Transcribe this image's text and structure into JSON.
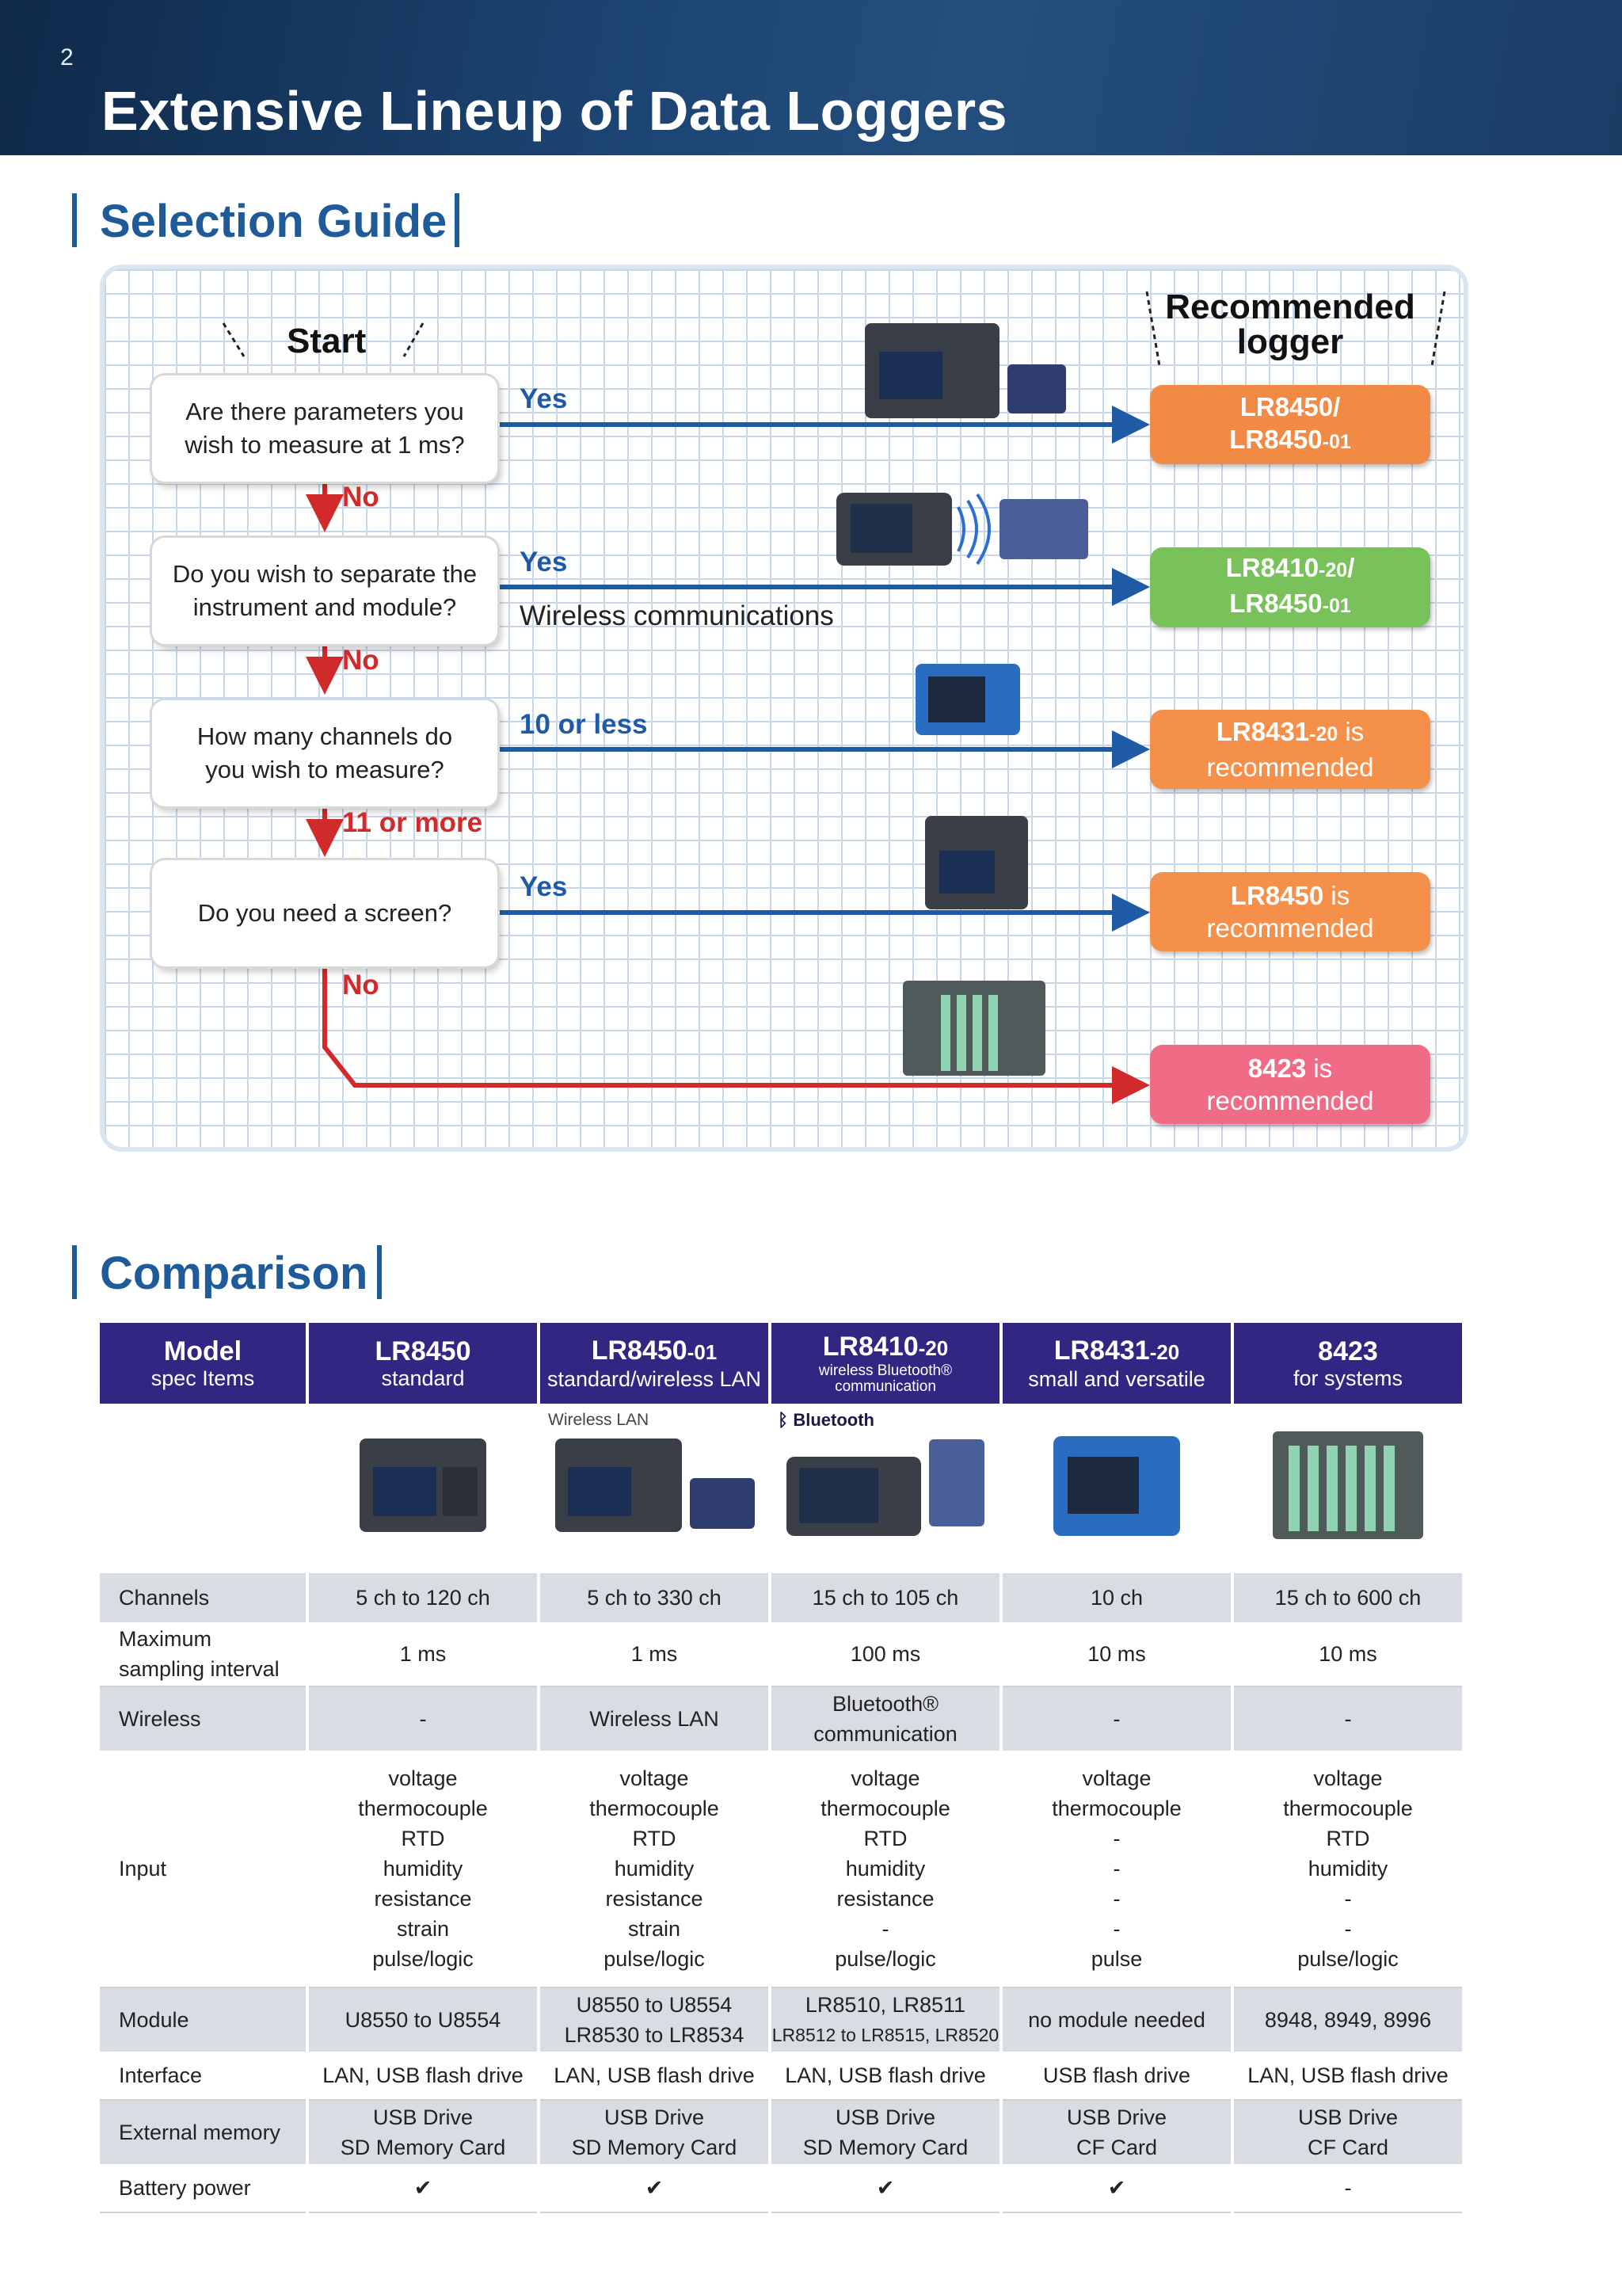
{
  "header": {
    "page_number": "2",
    "title": "Extensive Lineup of Data Loggers"
  },
  "selection_guide": {
    "title": "Selection Guide",
    "start": "Start",
    "recommended_line1": "Recommended",
    "recommended_line2": "logger",
    "questions": [
      {
        "line1": "Are there parameters you",
        "line2": "wish to measure at 1 ms?",
        "yes": "Yes",
        "no": "No"
      },
      {
        "line1": "Do you wish to separate the",
        "line2": "instrument and module?",
        "yes": "Yes",
        "note": "Wireless communications",
        "no": "No"
      },
      {
        "line1": "How many channels do",
        "line2": "you wish to measure?",
        "yes": "10 or less",
        "no": "11 or more"
      },
      {
        "line1": "Do you need a screen?",
        "yes": "Yes",
        "no": "No"
      }
    ],
    "results": [
      {
        "a": "LR8450/",
        "b": "LR8450",
        "b_sub": "-01",
        "color": "#f08a44"
      },
      {
        "a": "LR8410",
        "a_sub": "-20",
        "a_end": "/",
        "b": "LR8450",
        "b_sub": "-01",
        "color": "#79c15a"
      },
      {
        "a": "LR8431",
        "a_sub": "-20",
        "a_end": " is",
        "b": "recommended",
        "color": "#f5904a"
      },
      {
        "a": "LR8450",
        "a_end": " is",
        "b": "recommended",
        "color": "#f5904a"
      },
      {
        "a": "8423",
        "a_end": " is",
        "b": "recommended",
        "color": "#ef6b86"
      }
    ]
  },
  "comparison": {
    "title": "Comparison",
    "header_label": "Model",
    "header_label_sub": "spec Items",
    "models": [
      {
        "name": "LR8450",
        "name_sub": "",
        "desc": "standard"
      },
      {
        "name": "LR8450",
        "name_sub": "-01",
        "desc": "standard/wireless LAN",
        "tag": "Wireless LAN"
      },
      {
        "name": "LR8410",
        "name_sub": "-20",
        "desc": "wireless Bluetooth® communication",
        "tag": "Bluetooth"
      },
      {
        "name": "LR8431",
        "name_sub": "-20",
        "desc": "small and versatile"
      },
      {
        "name": "8423",
        "name_sub": "",
        "desc": "for systems"
      }
    ],
    "rows": {
      "channels": {
        "label": "Channels",
        "values": [
          "5 ch to 120 ch",
          "5 ch to 330 ch",
          "15 ch to 105 ch",
          "10 ch",
          "15 ch to 600 ch"
        ]
      },
      "sampling": {
        "label_1": "Maximum",
        "label_2": "sampling interval",
        "values": [
          "1 ms",
          "1 ms",
          "100 ms",
          "10 ms",
          "10 ms"
        ]
      },
      "wireless": {
        "label": "Wireless",
        "values": [
          "-",
          "Wireless LAN",
          "Bluetooth® communication",
          "-",
          "-"
        ]
      },
      "input": {
        "label": "Input",
        "values": [
          [
            "voltage",
            "thermocouple",
            "RTD",
            "humidity",
            "resistance",
            "strain",
            "pulse/logic"
          ],
          [
            "voltage",
            "thermocouple",
            "RTD",
            "humidity",
            "resistance",
            "strain",
            "pulse/logic"
          ],
          [
            "voltage",
            "thermocouple",
            "RTD",
            "humidity",
            "resistance",
            "-",
            "pulse/logic"
          ],
          [
            "voltage",
            "thermocouple",
            "-",
            "-",
            "-",
            "-",
            "pulse"
          ],
          [
            "voltage",
            "thermocouple",
            "RTD",
            "humidity",
            "-",
            "-",
            "pulse/logic"
          ]
        ]
      },
      "module": {
        "label": "Module",
        "values": [
          [
            "U8550 to U8554"
          ],
          [
            "U8550 to U8554",
            "LR8530 to LR8534"
          ],
          [
            "LR8510, LR8511",
            "LR8512 to LR8515, LR8520"
          ],
          [
            "no module needed"
          ],
          [
            "8948, 8949, 8996"
          ]
        ]
      },
      "interface": {
        "label": "Interface",
        "values": [
          "LAN, USB flash drive",
          "LAN, USB flash drive",
          "LAN, USB flash drive",
          "USB flash drive",
          "LAN, USB flash drive"
        ]
      },
      "memory": {
        "label": "External memory",
        "values": [
          [
            "USB Drive",
            "SD Memory Card"
          ],
          [
            "USB Drive",
            "SD Memory Card"
          ],
          [
            "USB Drive",
            "SD Memory Card"
          ],
          [
            "USB Drive",
            "CF Card"
          ],
          [
            "USB Drive",
            "CF Card"
          ]
        ]
      },
      "battery": {
        "label": "Battery power",
        "values": [
          "✔",
          "✔",
          "✔",
          "✔",
          "-"
        ]
      }
    }
  },
  "colors": {
    "header_band": "#1d4574",
    "accent_blue": "#1f5a99",
    "table_header": "#312783",
    "yes_arrow": "#1f5aa5",
    "no_arrow": "#d12a2a",
    "row_shade": "#d9dde3"
  }
}
